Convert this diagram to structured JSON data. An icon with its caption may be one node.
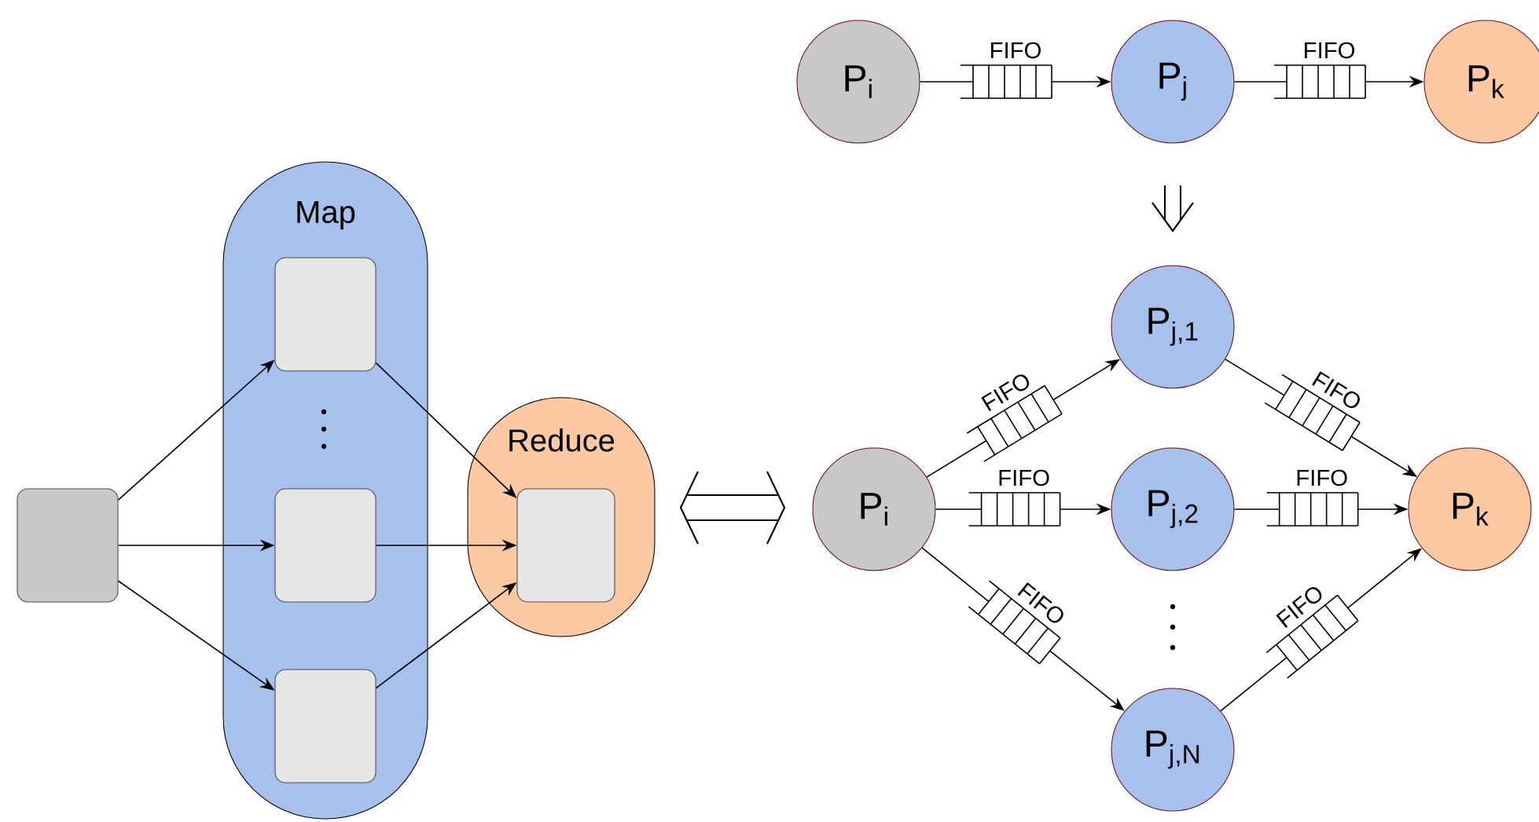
{
  "diagram": {
    "nodes": [
      {
        "text": [],
        "shape": "box"
      },
      {
        "text": [
          "Map"
        ]
      },
      {
        "text": [],
        "shape": "box",
        "in": 1
      },
      {
        "text": [],
        "shape": "box",
        "in": 1
      },
      {
        "text": [],
        "shape": "box",
        "in": 1
      },
      {
        "text": [
          "Reduce"
        ]
      },
      {
        "text": [],
        "shape": "box",
        "in": 5
      },
      {
        "text": [
          "P$_{i}$"
        ]
      },
      {
        "text": [
          "P$_{j}$"
        ]
      },
      {
        "text": [
          "P$_{k}$"
        ]
      },
      {
        "text": [
          "P$_{i}$"
        ]
      },
      {
        "text": [
          "P$_{j,1}$"
        ]
      },
      {
        "text": [
          "P$_{j,2}$"
        ]
      },
      {
        "text": [
          "P$_{j,N}$"
        ]
      },
      {
        "text": [
          "P$_{k}$"
        ]
      }
    ],
    "edges": [
      {
        "from": 0,
        "to": 2,
        "arrow": "to"
      },
      {
        "from": 0,
        "to": 3,
        "arrow": "to"
      },
      {
        "from": 0,
        "to": 4,
        "arrow": "to"
      },
      {
        "from": 2,
        "to": 6,
        "arrow": "to"
      },
      {
        "from": 3,
        "to": 6,
        "arrow": "to"
      },
      {
        "from": 4,
        "to": 6,
        "arrow": "to"
      },
      {
        "from": 7,
        "to": 8,
        "arrow": "to",
        "label": "FIFO"
      },
      {
        "from": 8,
        "to": 9,
        "arrow": "to",
        "label": "FIFO"
      },
      {
        "from": 10,
        "to": 11,
        "arrow": "to",
        "label": "FIFO"
      },
      {
        "from": 10,
        "to": 12,
        "arrow": "to",
        "label": "FIFO"
      },
      {
        "from": 10,
        "to": 13,
        "arrow": "to",
        "label": "FIFO"
      },
      {
        "from": 11,
        "to": 14,
        "arrow": "to",
        "label": "FIFO"
      },
      {
        "from": 12,
        "to": 14,
        "arrow": "to",
        "label": "FIFO"
      },
      {
        "from": 13,
        "to": 14,
        "arrow": "to",
        "label": "FIFO"
      }
    ]
  }
}
